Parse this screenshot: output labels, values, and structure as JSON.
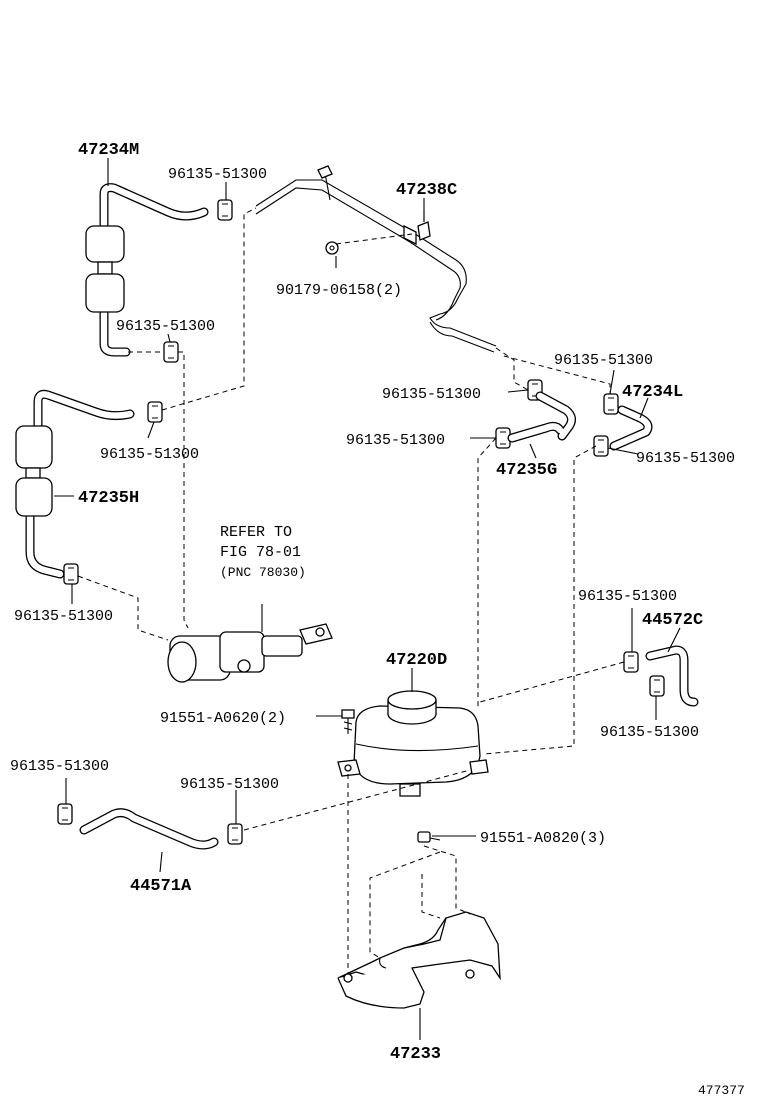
{
  "labels": {
    "l_47234M": "47234M",
    "l_96135_a": "96135-51300",
    "l_47238C": "47238C",
    "l_90179": "90179-06158(2)",
    "l_96135_b": "96135-51300",
    "l_96135_c": "96135-51300",
    "l_96135_d": "96135-51300",
    "l_96135_e": "96135-51300",
    "l_47234L": "47234L",
    "l_96135_f": "96135-51300",
    "l_96135_g": "96135-51300",
    "l_47235G": "47235G",
    "l_47235H": "47235H",
    "l_refer1": "REFER TO",
    "l_refer2": "FIG 78-01",
    "l_refer3": "(PNC 78030)",
    "l_96135_h": "96135-51300",
    "l_96135_i": "96135-51300",
    "l_44572C": "44572C",
    "l_47220D": "47220D",
    "l_91551_a": "91551-A0620(2)",
    "l_96135_j": "96135-51300",
    "l_96135_k": "96135-51300",
    "l_96135_l": "96135-51300",
    "l_91551_b": "91551-A0820(3)",
    "l_44571A": "44571A",
    "l_47233": "47233",
    "l_fig": "477377"
  }
}
